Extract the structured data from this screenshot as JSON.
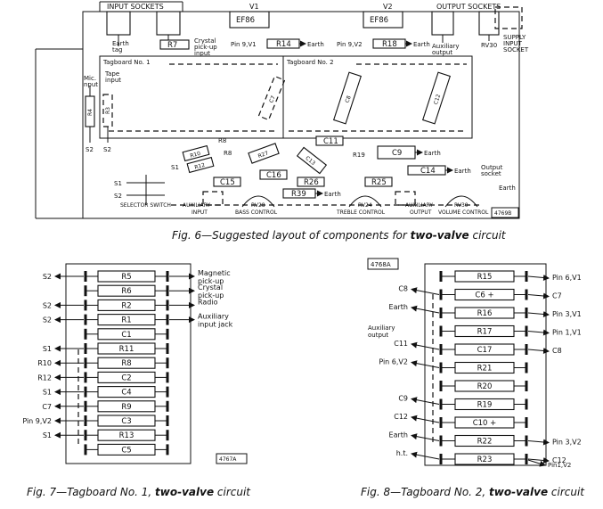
{
  "fig6": {
    "input_sockets": "INPUT SOCKETS",
    "v1": "V1",
    "ef86_1": "EF86",
    "v2": "V2",
    "ef86_2": "EF86",
    "output_sockets": "OUTPUT SOCKETS",
    "earth_tag_1": "Earth",
    "earth_tag_2": "tag",
    "crystal_1": "Crystal",
    "crystal_2": "pick-up",
    "crystal_3": "input",
    "r7": "R7",
    "pin9v1": "Pin 9,V1",
    "r14": "R14",
    "earth_r14": "Earth",
    "pin9v2": "Pin 9,V2",
    "r18": "R18",
    "earth_r18": "Earth",
    "aux_out_1": "Auxiliary",
    "aux_out_2": "output",
    "rv30_top": "RV30",
    "supply_1": "SUPPLY",
    "supply_2": "INPUT",
    "supply_3": "SOCKET",
    "tagboard1": "Tagboard No. 1",
    "tagboard2": "Tagboard No. 2",
    "mic_1": "Mic.",
    "mic_2": "input",
    "tape_1": "Tape",
    "tape_2": "input",
    "r4": "R4",
    "r3": "R3",
    "s2_a": "S2",
    "s2_b": "S2",
    "c7": "C7",
    "c8": "C8",
    "c12": "C12",
    "c11": "C11",
    "r8": "R8",
    "r8b": "R8",
    "r10": "R10",
    "r12": "R12",
    "s1_r10": "S1",
    "r27": "R27",
    "c13": "C13",
    "r19": "R19",
    "c9": "C9",
    "earth_c9": "Earth",
    "c16": "C16",
    "c15": "C15",
    "r26": "R26",
    "r25": "R25",
    "r39": "R39",
    "earth_r39": "Earth",
    "c14": "C14",
    "earth_c14": "Earth",
    "output_socket_1": "Output",
    "output_socket_2": "socket",
    "earth_right": "Earth",
    "s1_switch": "S1",
    "s2_switch": "S2",
    "bottom_labels": {
      "selector": "SELECTOR  SWITCH",
      "auxiliary_input_1": "AUXILIARY",
      "auxiliary_input_2": "INPUT",
      "rv28": "RV28",
      "bass": "BASS  CONTROL",
      "rv24": "RV24",
      "treble": "TREBLE  CONTROL",
      "auxiliary_output_1": "AUXILIARY",
      "auxiliary_output_2": "OUTPUT",
      "rv30": "RV30",
      "volume": "VOLUME  CONTROL"
    },
    "ref": "4769B",
    "caption_pre": "Fig. 6—Suggested layout of components for ",
    "caption_bold": "two-valve",
    "caption_post": " circuit"
  },
  "fig7": {
    "rows": [
      {
        "label": "R5",
        "left": "S2",
        "right_1": "Magnetic",
        "right_2": "pick-up"
      },
      {
        "label": "R6",
        "left": "",
        "right_1": "Crystal",
        "right_2": "pick-up"
      },
      {
        "label": "R2",
        "left": "S2",
        "right_1": "Radio",
        "right_2": ""
      },
      {
        "label": "R1",
        "left": "S2",
        "right_1": "Auxiliary",
        "right_2": "input jack"
      },
      {
        "label": "C1",
        "left": "",
        "right_1": "",
        "right_2": ""
      },
      {
        "label": "R11",
        "left": "S1",
        "right_1": "",
        "right_2": ""
      },
      {
        "label": "R8",
        "left": "R10",
        "right_1": "",
        "right_2": ""
      },
      {
        "label": "C2",
        "left": "R12",
        "right_1": "",
        "right_2": ""
      },
      {
        "label": "C4",
        "left": "S1",
        "right_1": "",
        "right_2": ""
      },
      {
        "label": "R9",
        "left": "C7",
        "right_1": "",
        "right_2": ""
      },
      {
        "label": "C3",
        "left": "Pin 9,V2",
        "right_1": "",
        "right_2": ""
      },
      {
        "label": "R13",
        "left": "S1",
        "right_1": "",
        "right_2": ""
      },
      {
        "label": "C5",
        "left": "",
        "right_1": "",
        "right_2": ""
      }
    ],
    "ref": "4767A",
    "caption_pre": "Fig. 7—Tagboard No. 1, ",
    "caption_bold": "two-valve",
    "caption_post": " circuit"
  },
  "fig8": {
    "ref": "4768A",
    "rows": [
      {
        "label": "R15",
        "left": "",
        "right": "Pin 6,V1"
      },
      {
        "label": "C6  +",
        "left": "C8",
        "right": "C7"
      },
      {
        "label": "R16",
        "left": "Earth",
        "right": "Pin 3,V1"
      },
      {
        "label": "R17",
        "left": "",
        "right": "Pin 1,V1"
      },
      {
        "label": "C17",
        "left": "C11",
        "right": "C8"
      },
      {
        "label": "R21",
        "left": "Pin 6,V2",
        "right": ""
      },
      {
        "label": "R20",
        "left": "",
        "right": ""
      },
      {
        "label": "R19",
        "left": "C9",
        "right": ""
      },
      {
        "label": "C10  +",
        "left": "C12",
        "right": ""
      },
      {
        "label": "R22",
        "left": "Earth",
        "right": "Pin 3,V2"
      },
      {
        "label": "R23",
        "left": "h.t.",
        "right": "C12"
      }
    ],
    "aux_out_1": "Auxiliary",
    "aux_out_2": "output",
    "pin1v2": "Pin1,V2",
    "caption_pre": "Fig. 8—Tagboard No. 2, ",
    "caption_bold": "two-valve",
    "caption_post": " circuit"
  }
}
